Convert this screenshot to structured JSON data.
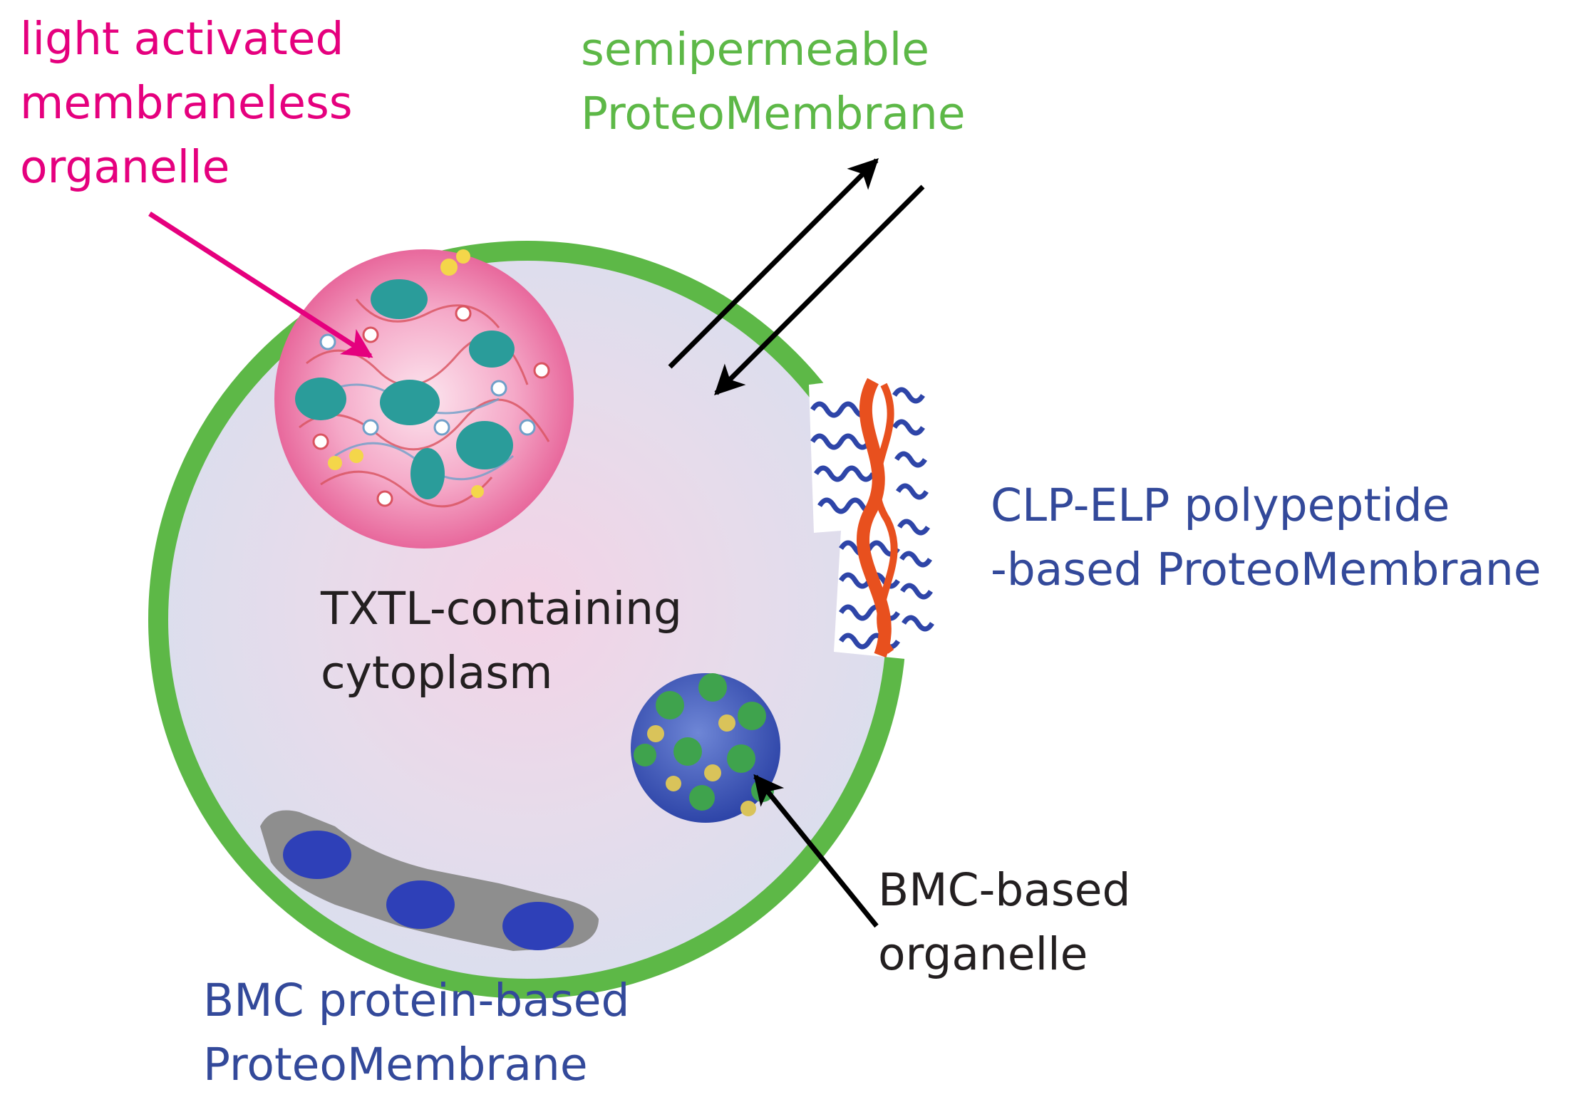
{
  "labels": {
    "organelle_light": {
      "lines": [
        "light activated",
        "membraneless",
        "organelle"
      ],
      "color": "#E5007E"
    },
    "semipermeable": {
      "lines": [
        "semipermeable",
        "ProteoMembrane"
      ],
      "color": "#5DB847"
    },
    "clp_elp": {
      "lines": [
        "CLP-ELP polypeptide",
        "-based ProteoMembrane"
      ],
      "color": "#33499A"
    },
    "cytoplasm": {
      "lines": [
        "TXTL-containing",
        "cytoplasm"
      ],
      "color": "#231F20"
    },
    "bmc_organelle": {
      "lines": [
        "BMC-based",
        "organelle"
      ],
      "color": "#231F20"
    },
    "bmc_membrane": {
      "lines": [
        "BMC protein-based",
        "ProteoMembrane"
      ],
      "color": "#33499A"
    }
  },
  "colors": {
    "membrane_green": "#5DB847",
    "cytoplasm_fill": "#E2E3F0",
    "arrow_black": "#000000",
    "pink_arrow": "#E5007E"
  },
  "icons": {
    "membraneless_droplet": "pink-condensate-sphere",
    "clp_elp_patch": "blue-helix-orange-chain-membrane",
    "bmc_shell": "icosahedral-protein-shell",
    "bmc_sheet": "grey-blue-protein-sheet"
  }
}
